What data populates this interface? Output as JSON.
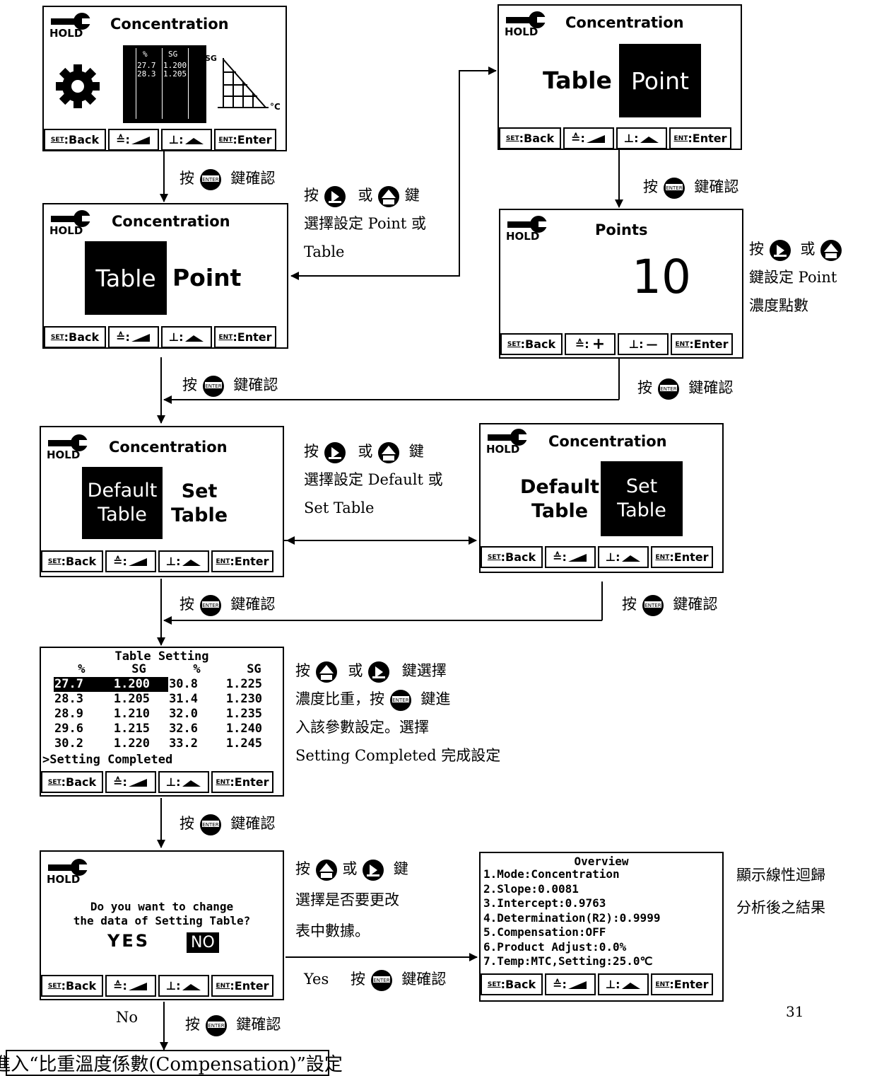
{
  "softkeys": {
    "set": "SET",
    "back": ":Back",
    "enter_key": "ENT",
    "enter": ":Enter",
    "plus": "+",
    "minus": "—"
  },
  "hold_label": "HOLD",
  "screens": {
    "s1": {
      "title": "Concentration",
      "table_icon": {
        "h1": "%",
        "h2": "SG",
        "r1a": "27.7",
        "r1b": "1.200",
        "r2a": "28.3",
        "r2b": "1.205"
      },
      "axis_y": "SG",
      "axis_x": "°C"
    },
    "s2": {
      "title": "Concentration",
      "opt_selected": "Table",
      "opt_other": "Point"
    },
    "s3": {
      "title": "Concentration",
      "opt_other": "Table",
      "opt_selected": "Point"
    },
    "s4": {
      "title": "Points",
      "value": "10"
    },
    "s5": {
      "title": "Concentration",
      "sel_line1": "Default",
      "sel_line2": "Table",
      "other_line1": "Set",
      "other_line2": "Table"
    },
    "s6": {
      "title": "Concentration",
      "other_line1": "Default",
      "other_line2": "Table",
      "sel_line1": "Set",
      "sel_line2": "Table"
    },
    "s7": {
      "title": "Table Setting",
      "headers": [
        "%",
        "SG",
        "%",
        "SG"
      ],
      "rows": [
        [
          "27.7",
          "1.200",
          "30.8",
          "1.225"
        ],
        [
          "28.3",
          "1.205",
          "31.4",
          "1.230"
        ],
        [
          "28.9",
          "1.210",
          "32.0",
          "1.235"
        ],
        [
          "29.6",
          "1.215",
          "32.6",
          "1.240"
        ],
        [
          "30.2",
          "1.220",
          "33.2",
          "1.245"
        ]
      ],
      "footer": ">Setting Completed"
    },
    "s8": {
      "line1": "Do you want to change",
      "line2": "the data of Setting Table?",
      "yes": "YES",
      "no": "NO"
    },
    "s9": {
      "title": "Overview",
      "lines": [
        "1.Mode:Concentration",
        "2.Slope:0.0081",
        "3.Intercept:0.9763",
        "4.Determination(R2):0.9999",
        "5.Compensation:OFF",
        "6.Product Adjust:0.0%",
        "7.Temp:MTC,Setting:25.0℃"
      ]
    }
  },
  "notes": {
    "press": "按",
    "or": "或",
    "confirm": "鍵確認",
    "key": "鍵",
    "select_point_table_l2": "選擇設定 Point 或",
    "select_point_table_l3": "Table",
    "set_points_l2": "鍵設定 Point",
    "set_points_l3": "濃度點數",
    "select_default_l2": "選擇設定 Default  或",
    "select_default_l3": "Set Table",
    "table_note_l1_end": "鍵選擇",
    "table_note_l2": "濃度比重，按",
    "table_note_l2_end": "鍵進",
    "table_note_l3": "入該參數設定。選擇",
    "table_note_l4": "Setting Completed 完成設定",
    "change_note_l2": "選擇是否要更改",
    "change_note_l3": "表中數據。",
    "overview_note_l1": "顯示線性迴歸",
    "overview_note_l2": "分析後之結果",
    "yes_label": "Yes",
    "no_label": "No",
    "bottom_box": "進入“比重溫度係數(Compensation)”設定",
    "page_number": "31"
  }
}
